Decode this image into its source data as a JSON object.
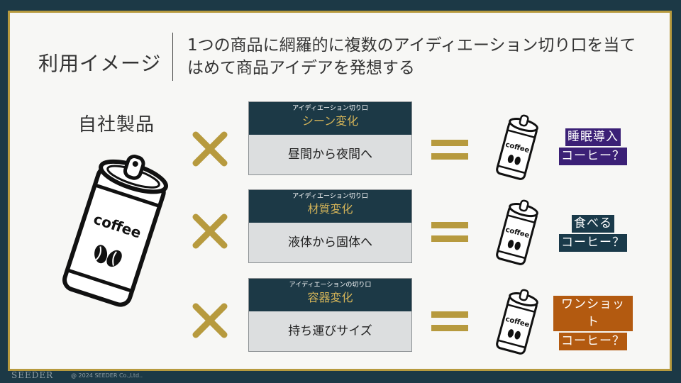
{
  "colors": {
    "navy": "#1c3946",
    "gold": "#b79a3e",
    "purple": "#3b2076",
    "teal": "#1a3a4a",
    "brown": "#b35a10"
  },
  "header": {
    "label": "利用イメージ",
    "description_line1": "1つの商品に網羅的に複数のアイディエーション切り口を当て",
    "description_line2": "はめて商品アイデアを発想する"
  },
  "product": {
    "label": "自社製品",
    "can_text": "coffee",
    "icon": "coffee-can-icon"
  },
  "rows": [
    {
      "card_sub": "アイディエーション切り口",
      "card_title": "シーン変化",
      "card_body": "昼間から夜間へ",
      "can_text": "coffee",
      "result_line1": "睡眠導入",
      "result_line2": "コーヒー？"
    },
    {
      "card_sub": "アイディエーション切り口",
      "card_title": "材質変化",
      "card_body": "液体から固体へ",
      "can_text": "coffee",
      "result_line1": "食べる",
      "result_line2": "コーヒー？"
    },
    {
      "card_sub": "アイディエーションの切り口",
      "card_title": "容器変化",
      "card_body": "持ち運びサイズ",
      "can_text": "coffee",
      "result_line1": "ワンショット",
      "result_line2": "コーヒー？"
    }
  ],
  "footer": {
    "logo": "SEEDER",
    "copyright": "@ 2024 SEEDER Co.,Ltd.."
  }
}
